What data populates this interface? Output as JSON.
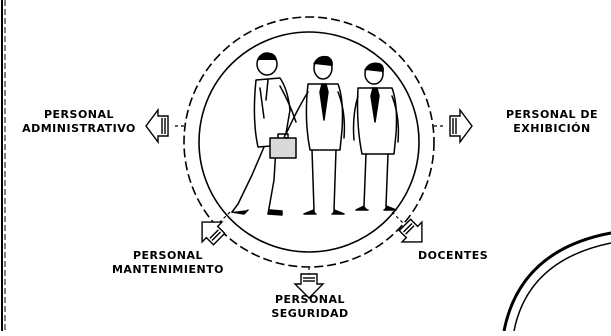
{
  "diagram": {
    "center_icon": "people-meeting-handshake-icon",
    "colors": {
      "ink": "#000000",
      "paper": "#ffffff",
      "shade": "#d9d9d9"
    },
    "nodes": [
      {
        "id": "admin",
        "line1": "PERSONAL",
        "line2": "ADMINISTRATIVO",
        "arrow": "left-arrow-icon"
      },
      {
        "id": "exhib",
        "line1": "PERSONAL DE",
        "line2": "EXHIBICIÓN",
        "arrow": "right-arrow-icon"
      },
      {
        "id": "mant",
        "line1": "PERSONAL",
        "line2": "MANTENIMIENTO",
        "arrow": "down-left-arrow-icon"
      },
      {
        "id": "seg",
        "line1": "PERSONAL",
        "line2": "SEGURIDAD",
        "arrow": "down-arrow-icon"
      },
      {
        "id": "doc",
        "line1": "DOCENTES",
        "line2": "",
        "arrow": "down-right-arrow-icon"
      }
    ]
  }
}
